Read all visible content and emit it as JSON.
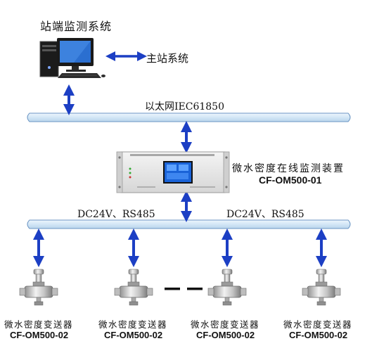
{
  "title": "站端监测系统",
  "master_station": "主站系统",
  "ethernet_bus": "以太网IEC61850",
  "monitor_device": {
    "name": "微水密度在线监测装置",
    "model": "CF-OM500-01"
  },
  "field_bus_labels": [
    "DC24V、RS485",
    "DC24V、RS485"
  ],
  "transmitters": [
    {
      "name": "微水密度变送器",
      "model": "CF-OM500-02"
    },
    {
      "name": "微水密度变送器",
      "model": "CF-OM500-02"
    },
    {
      "name": "微水密度变送器",
      "model": "CF-OM500-02"
    },
    {
      "name": "微水密度变送器",
      "model": "CF-OM500-02"
    }
  ],
  "colors": {
    "bus_fill": "#dcebf8",
    "bus_stroke": "#6b95c3",
    "arrow": "#1c3fc4",
    "screen": "#1a63d8"
  }
}
